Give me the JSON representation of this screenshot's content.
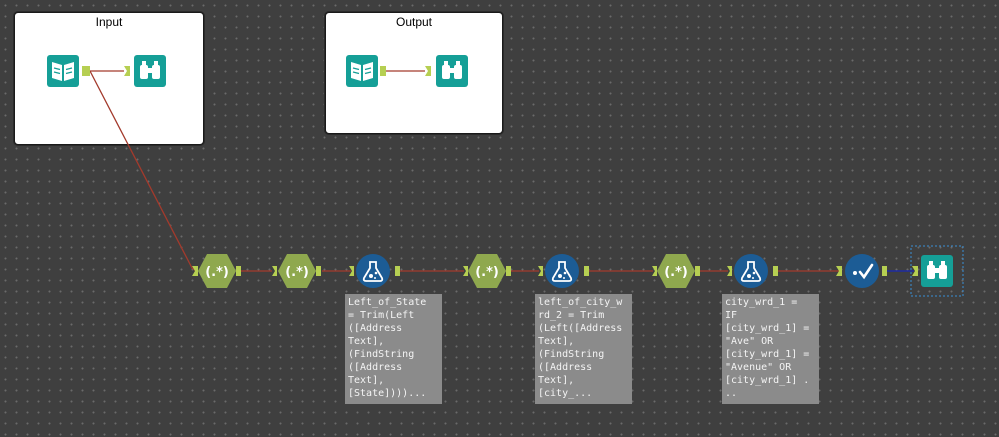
{
  "containers": {
    "input_title": "Input",
    "output_title": "Output"
  },
  "tools": {
    "regex_glyph": "(.*)"
  },
  "annotations": {
    "formula_1": "Left_of_State\n= Trim(Left\n([Address\nText],\n(FindString\n([Address\nText],\n[State])))...",
    "formula_2": "left_of_city_w\nrd_2 = Trim\n(Left([Address\nText],\n(FindString\n([Address\nText],\n[city_...",
    "formula_3": "city_wrd_1 =\nIF\n[city_wrd_1] =\n\"Ave\" OR\n[city_wrd_1] =\n\"Avenue\" OR\n[city_wrd_1] .\n.."
  },
  "colors": {
    "teal": "#159f97",
    "regex_green": "#8fa84e",
    "formula_blue": "#1c5c95",
    "connector_red": "#a33a2c",
    "connector_blue": "#1e2ca3",
    "anchor_green": "#b6cf52"
  }
}
